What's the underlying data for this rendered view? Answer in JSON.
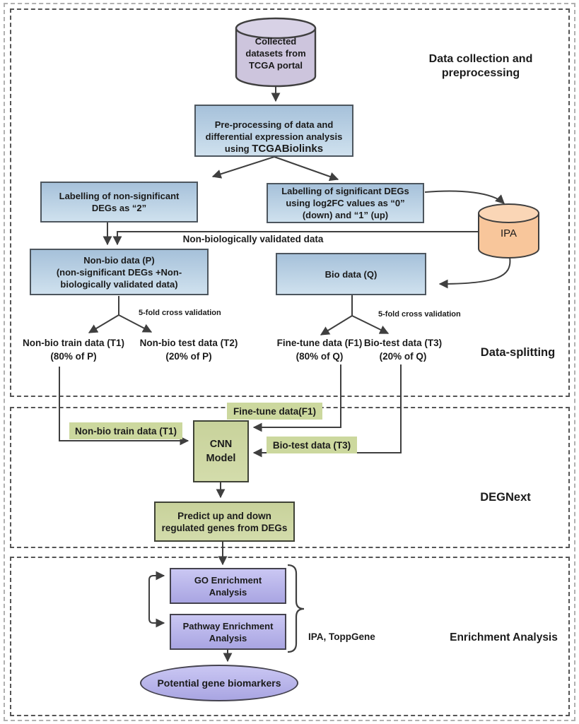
{
  "figure": {
    "s1": {
      "title": "Data collection and\npreprocessing",
      "split_title": "Data-splitting",
      "tcga": "Collected\ndatasets from\nTCGA portal",
      "preprocess_text": "Pre-processing of data and\ndifferential expression analysis\nusing ",
      "preprocess_tool": "TCGABiolinks",
      "nonsig": "Labelling of non-significant\nDEGs as “2”",
      "sig": "Labelling of significant DEGs\nusing log2FC values as “0”\n(down) and “1” (up)",
      "ipa": "IPA",
      "note": "Non-biologically validated data",
      "nonbio": "Non-bio data (P)\n(non-significant DEGs +Non-\nbiologically validated data)",
      "bio": "Bio data (Q)",
      "cv_left": "5-fold cross validation",
      "cv_right": "5-fold cross validation",
      "t1": "Non-bio train data (T1)\n(80% of P)",
      "t2": "Non-bio test data (T2)\n(20% of P)",
      "f1": "Fine-tune data (F1)\n(80% of Q)",
      "t3": "Bio-test data (T3)\n(20% of Q)"
    },
    "s2": {
      "title": "DEGNext",
      "tag_t1": "Non-bio train data (T1)",
      "tag_f1": "Fine-tune data(F1)",
      "tag_t3": "Bio-test data (T3)",
      "cnn": "CNN\nModel",
      "predict": "Predict up and down\nregulated genes from DEGs"
    },
    "s3": {
      "title": "Enrichment Analysis",
      "go": "GO Enrichment\nAnalysis",
      "pathway": "Pathway Enrichment\nAnalysis",
      "tools": "IPA, ToppGene",
      "result": "Potential gene biomarkers"
    }
  },
  "colors": {
    "line": "#3f3f3f",
    "text": "#1b1b1b",
    "blue_top": "#a6c1da",
    "blue_bottom": "#cfe1ee",
    "blue_border": "#4d565e",
    "green_top": "#c8d29b",
    "green_bottom": "#d3dcab",
    "green_border": "#3f4236",
    "tag_bg": "#ccd89e",
    "purple_top": "#cac7f3",
    "purple_bottom": "#a9a5e2",
    "purple_border": "#45434f",
    "lavender_top": "#d8d2e6",
    "lavender_body": "#cdc5dd",
    "peach_top": "#fad6b6",
    "peach_body": "#f8c69b",
    "section_border": "#555555",
    "outer_border": "#b0b0b0"
  }
}
